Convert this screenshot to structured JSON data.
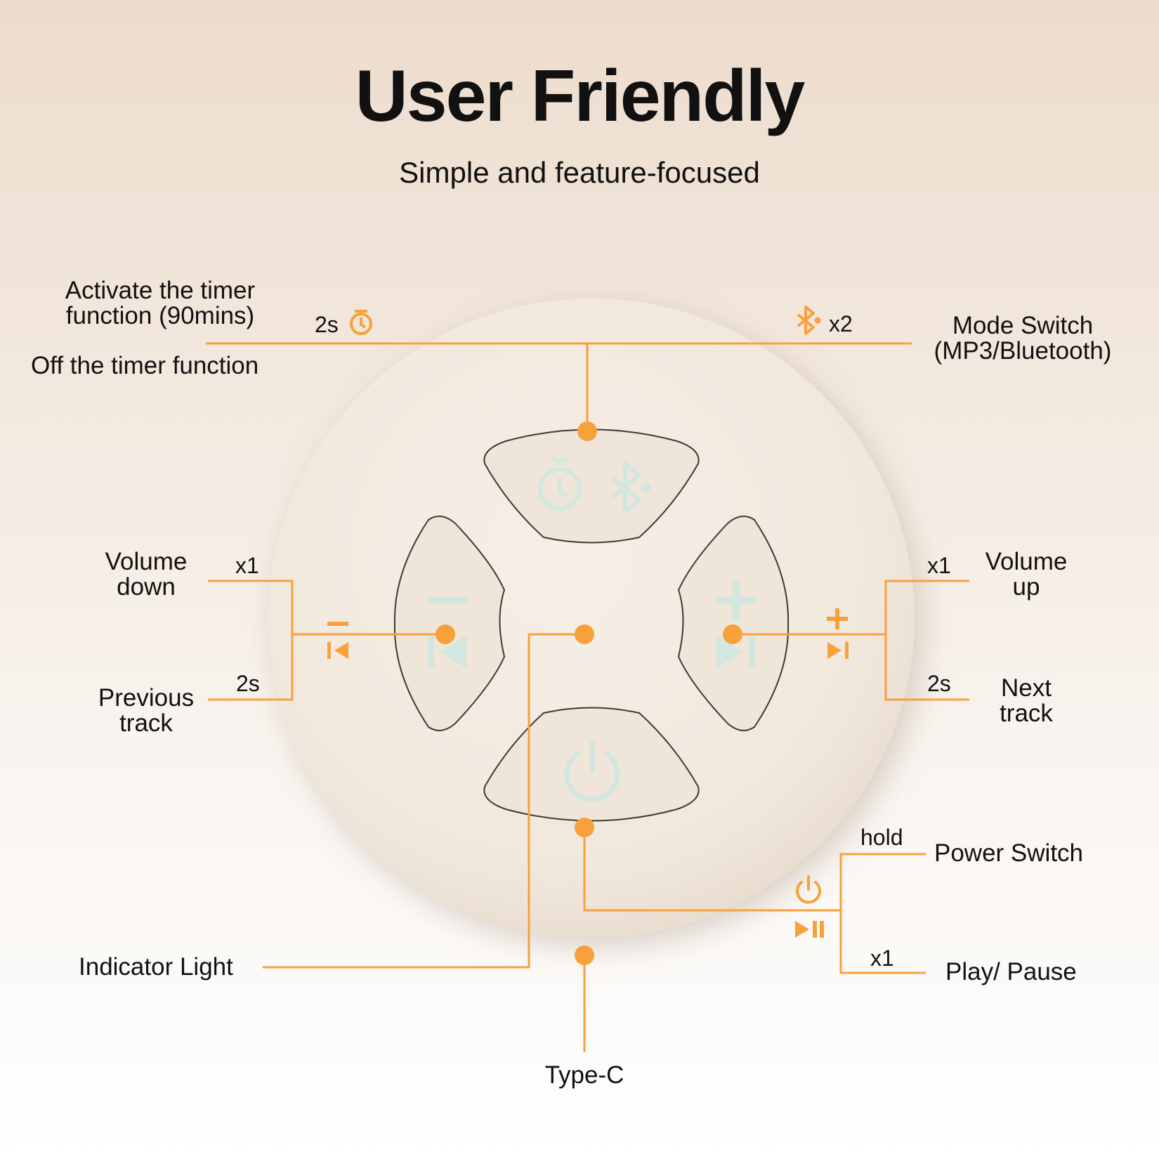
{
  "header": {
    "title": "User Friendly",
    "subtitle": "Simple and feature-focused"
  },
  "colors": {
    "accent": "#f7a13b",
    "device": "#f4ece2",
    "button": "#efe5d8",
    "icon": "#d2e7df"
  },
  "labels": {
    "timer_on": "Activate the timer\nfunction (90mins)",
    "timer_off": "Off the timer function",
    "timer_press": "2s",
    "mode_switch": "Mode Switch\n(MP3/Bluetooth)",
    "mode_press": "x2",
    "volume_down": "Volume\ndown",
    "volume_down_press": "x1",
    "previous_track": "Previous\ntrack",
    "previous_track_press": "2s",
    "volume_up": "Volume\nup",
    "volume_up_press": "x1",
    "next_track": "Next\ntrack",
    "next_track_press": "2s",
    "power_switch": "Power Switch",
    "power_press": "hold",
    "play_pause": "Play/ Pause",
    "play_pause_press": "x1",
    "indicator_light": "Indicator Light",
    "type_c": "Type-C"
  },
  "icons": {
    "timer": "stopwatch-icon",
    "bluetooth": "bluetooth-icon",
    "minus": "minus-icon",
    "previous": "skip-previous-icon",
    "plus": "plus-icon",
    "next": "skip-next-icon",
    "power": "power-icon",
    "play_pause": "play-pause-icon"
  }
}
